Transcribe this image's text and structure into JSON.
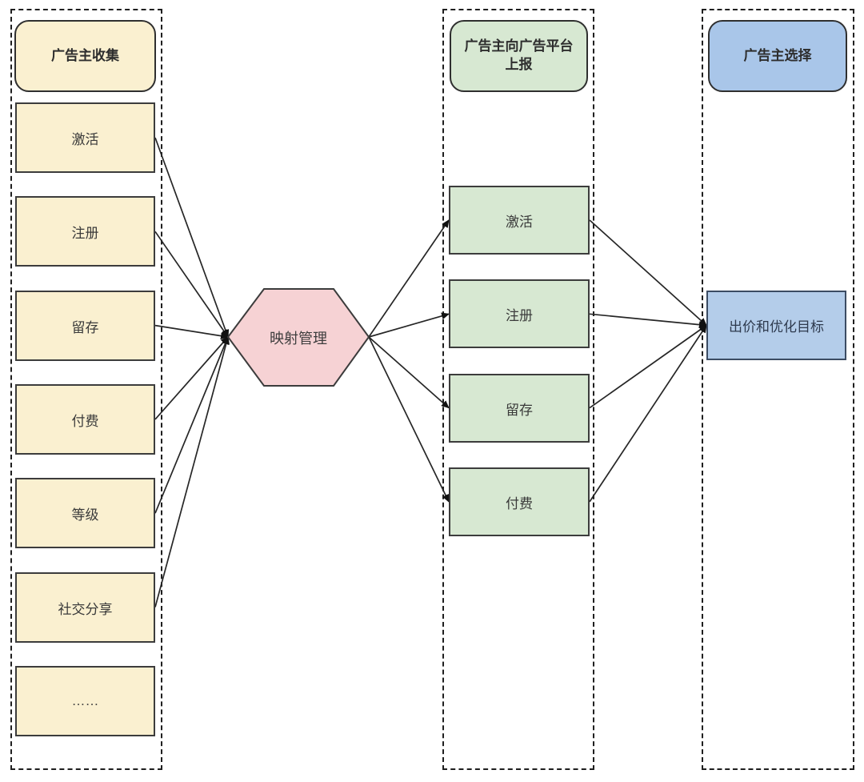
{
  "diagram": {
    "lanes": [
      {
        "title": "广告主收集",
        "header_fill": "#FAF0D0",
        "item_fill": "#FAF0D0",
        "items": [
          "激活",
          "注册",
          "留存",
          "付费",
          "等级",
          "社交分享",
          "……"
        ]
      },
      {
        "title": "广告主向广告平台上报",
        "header_fill": "#D7E8D2",
        "item_fill": "#D7E8D2",
        "items": [
          "激活",
          "注册",
          "留存",
          "付费"
        ]
      },
      {
        "title": "广告主选择",
        "header_fill": "#A9C6E9",
        "item_fill": "#B4CDEA",
        "items": [
          "出价和优化目标"
        ]
      }
    ],
    "hexagon": {
      "label": "映射管理",
      "fill": "#F6D2D4"
    },
    "edges": [
      {
        "from": "l0i0",
        "to": "hex"
      },
      {
        "from": "l0i1",
        "to": "hex"
      },
      {
        "from": "l0i2",
        "to": "hex"
      },
      {
        "from": "l0i3",
        "to": "hex"
      },
      {
        "from": "l0i4",
        "to": "hex"
      },
      {
        "from": "l0i5",
        "to": "hex"
      },
      {
        "from": "hex",
        "to": "l1i0"
      },
      {
        "from": "hex",
        "to": "l1i1"
      },
      {
        "from": "hex",
        "to": "l1i2"
      },
      {
        "from": "hex",
        "to": "l1i3"
      },
      {
        "from": "l1i0",
        "to": "l2i0"
      },
      {
        "from": "l1i1",
        "to": "l2i0"
      },
      {
        "from": "l1i2",
        "to": "l2i0"
      },
      {
        "from": "l1i3",
        "to": "l2i0"
      }
    ],
    "colors": {
      "line": "#262626",
      "border": "#3c3c3c",
      "lane_border": "#1f1f1f"
    }
  }
}
